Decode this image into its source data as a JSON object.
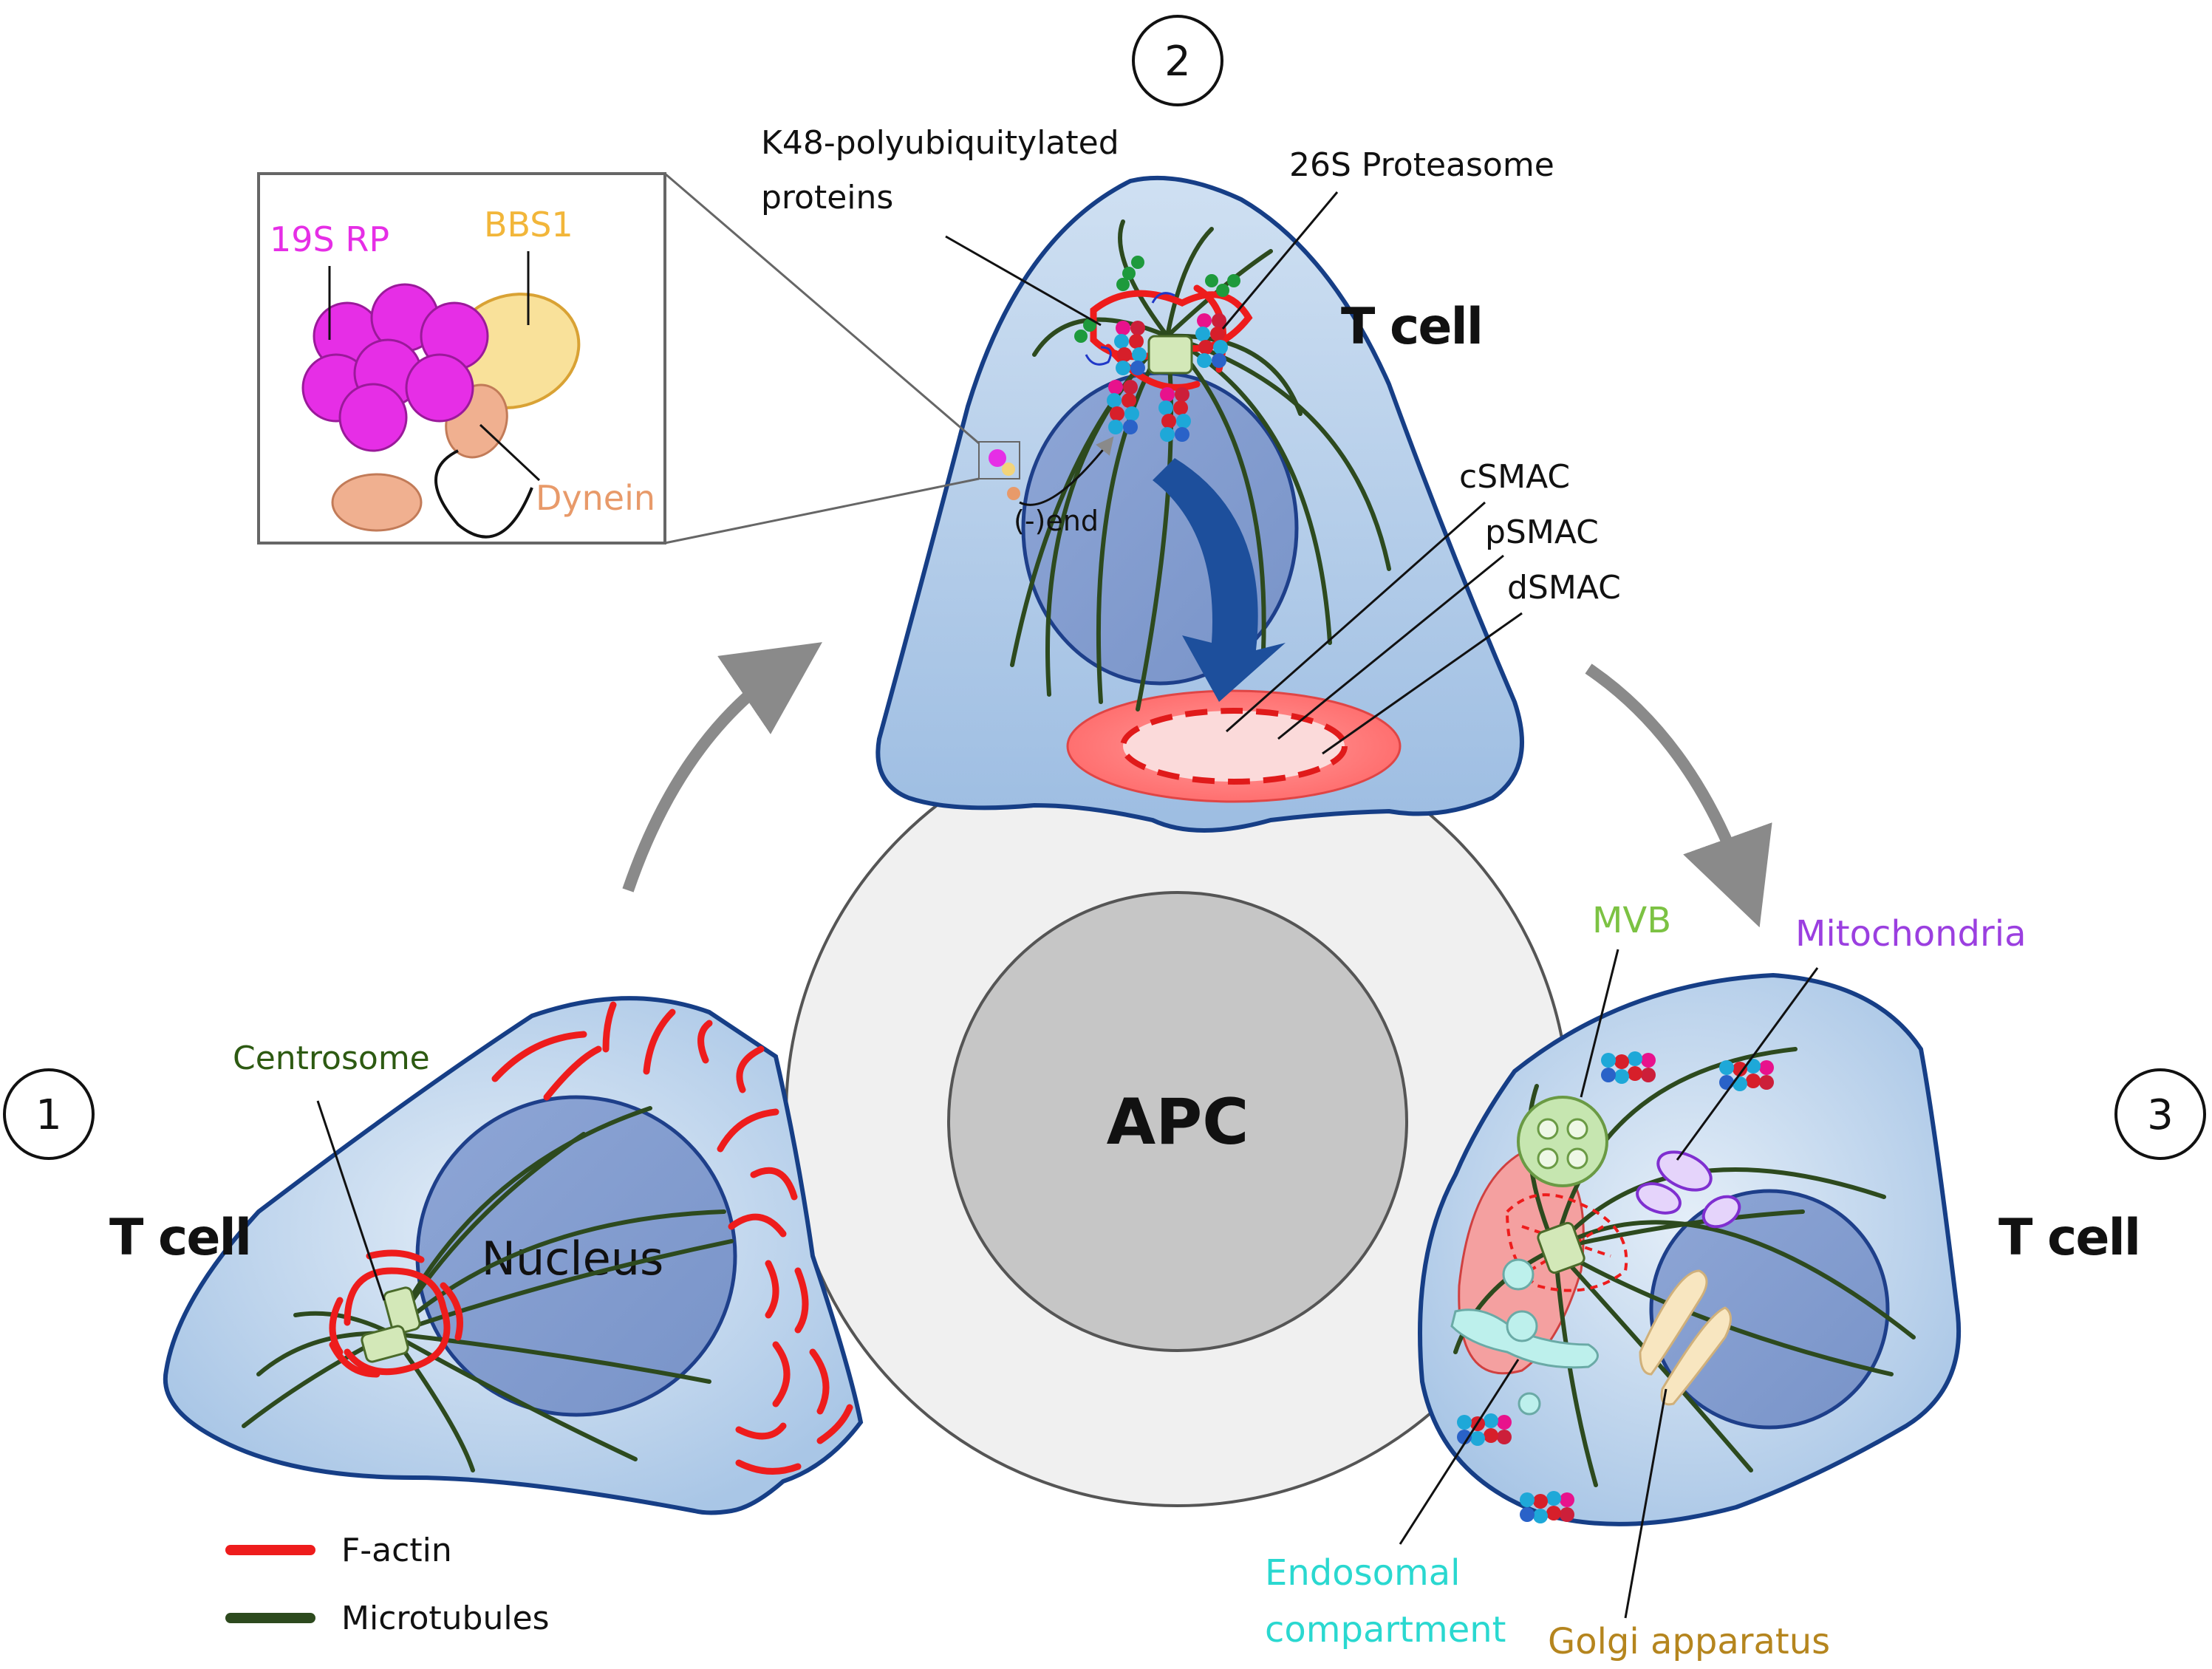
{
  "steps": [
    "1",
    "2",
    "3"
  ],
  "cell_label": "T cell",
  "apc_label": "APC",
  "panel1": {
    "nucleus": "Nucleus",
    "centrosome": "Centrosome"
  },
  "panel2": {
    "k48_line1": "K48-polyubiquitylated",
    "k48_line2": "proteins",
    "proteasome": "26S Proteasome",
    "minus_end": "(-)end",
    "csmac": "cSMAC",
    "psmac": "pSMAC",
    "dsmac": "dSMAC"
  },
  "inset": {
    "rp": "19S RP",
    "bbs1": "BBS1",
    "dynein": "Dynein"
  },
  "panel3": {
    "mvb": "MVB",
    "mitochondria": "Mitochondria",
    "endosomal_line1": "Endosomal",
    "endosomal_line2": "compartment",
    "golgi": "Golgi apparatus"
  },
  "legend": [
    {
      "label": "F-actin",
      "color": "#ee1c1c"
    },
    {
      "label": "Microtubules",
      "color": "#2d4a1e"
    }
  ],
  "colors": {
    "rp": "#e62ee6",
    "bbs1": "#f2b63a",
    "dynein": "#e89a6a",
    "mvb": "#7cc243",
    "mitochondria": "#9b3fe0",
    "endosomal": "#2ad8d0",
    "golgi": "#b5851e"
  }
}
